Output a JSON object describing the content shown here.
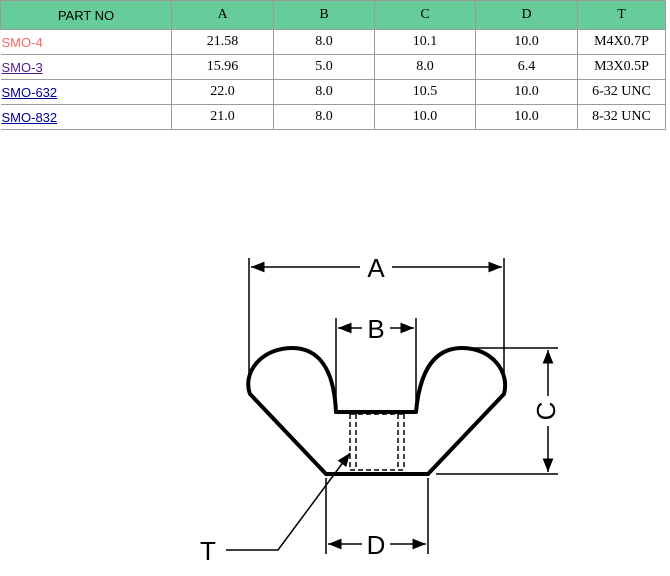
{
  "table": {
    "headers": [
      "PART NO",
      "A",
      "B",
      "C",
      "D",
      "T"
    ],
    "rows": [
      {
        "part": "SMO-4",
        "a": "21.58",
        "b": "8.0",
        "c": "10.1",
        "d": "10.0",
        "t": "M4X0.7P"
      },
      {
        "part": "SMO-3",
        "a": "15.96",
        "b": "5.0",
        "c": "8.0",
        "d": "6.4",
        "t": "M3X0.5P"
      },
      {
        "part": "SMO-632",
        "a": "22.0",
        "b": "8.0",
        "c": "10.5",
        "d": "10.0",
        "t": "6-32 UNC"
      },
      {
        "part": "SMO-832",
        "a": "21.0",
        "b": "8.0",
        "c": "10.0",
        "d": "10.0",
        "t": "8-32 UNC"
      }
    ]
  },
  "drawing": {
    "label_a": "A",
    "label_b": "B",
    "label_c": "C",
    "label_d": "D",
    "label_t": "T"
  },
  "colors": {
    "header_bg": "#66cc99",
    "link_red": "#ff6666",
    "link_purple": "#551a8b",
    "link_blue": "#000099"
  }
}
